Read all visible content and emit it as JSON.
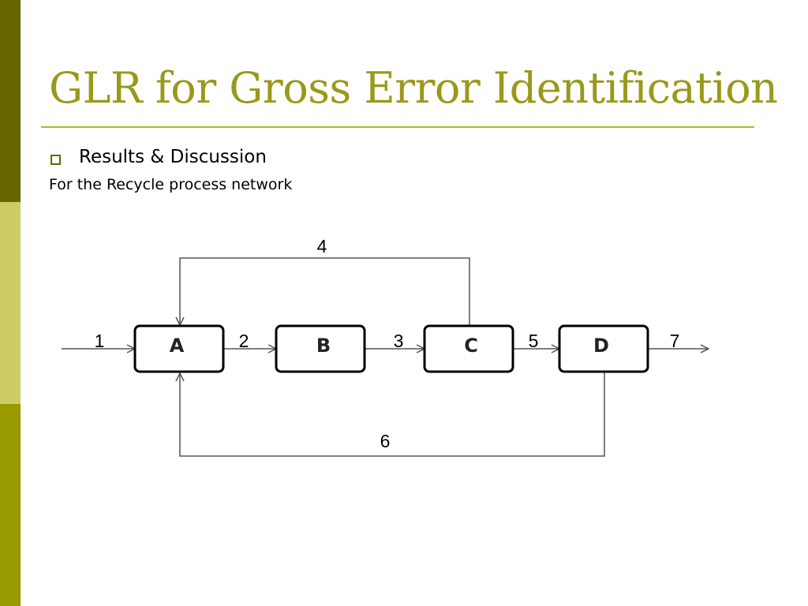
{
  "slide": {
    "title": "GLR for Gross Error Identification",
    "bullet": "Results & Discussion",
    "subtitle": "For the Recycle process network"
  },
  "colors": {
    "title": "#99991a",
    "rule": "#b3b333",
    "sidebar_dark": "#666600",
    "sidebar_light": "#cccc66",
    "sidebar_mid": "#999900"
  },
  "diagram": {
    "nodes": [
      {
        "id": "A",
        "label": "A"
      },
      {
        "id": "B",
        "label": "B"
      },
      {
        "id": "C",
        "label": "C"
      },
      {
        "id": "D",
        "label": "D"
      }
    ],
    "streams": [
      {
        "label": "1",
        "from": "",
        "to": "A"
      },
      {
        "label": "2",
        "from": "A",
        "to": "B"
      },
      {
        "label": "3",
        "from": "B",
        "to": "C"
      },
      {
        "label": "4",
        "from": "C",
        "to": "A"
      },
      {
        "label": "5",
        "from": "C",
        "to": "D"
      },
      {
        "label": "6",
        "from": "D",
        "to": "A"
      },
      {
        "label": "7",
        "from": "D",
        "to": ""
      }
    ]
  }
}
